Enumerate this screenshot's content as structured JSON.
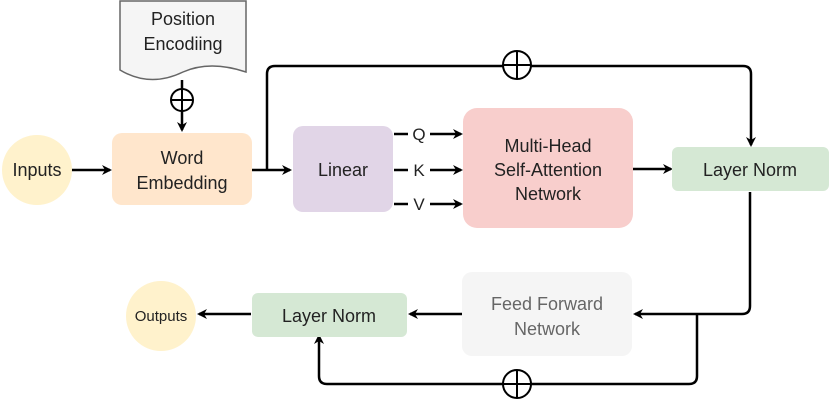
{
  "diagram": {
    "position_encoding": {
      "line1": "Position",
      "line2": "Encodiing"
    },
    "inputs": "Inputs",
    "word_embedding": {
      "line1": "Word",
      "line2": "Embedding"
    },
    "linear": "Linear",
    "qkv": {
      "q": "Q",
      "k": "K",
      "v": "V"
    },
    "attention": {
      "line1": "Multi-Head",
      "line2": "Self-Attention",
      "line3": "Network"
    },
    "layer_norm_top": "Layer Norm",
    "feed_forward": {
      "line1": "Feed Forward",
      "line2": "Network"
    },
    "layer_norm_bottom": "Layer Norm",
    "outputs": "Outputs"
  },
  "colors": {
    "inputs_fill": "#fff2cc",
    "embedding_fill": "#ffe6cc",
    "linear_fill": "#e1d5e7",
    "attention_fill": "#f8cecc",
    "layer_norm_fill": "#d5e8d4",
    "feed_forward_fill": "#f5f5f5",
    "feed_forward_text": "#666666",
    "document_fill": "#f5f5f5",
    "document_stroke": "#666666",
    "arrow": "#000000"
  }
}
